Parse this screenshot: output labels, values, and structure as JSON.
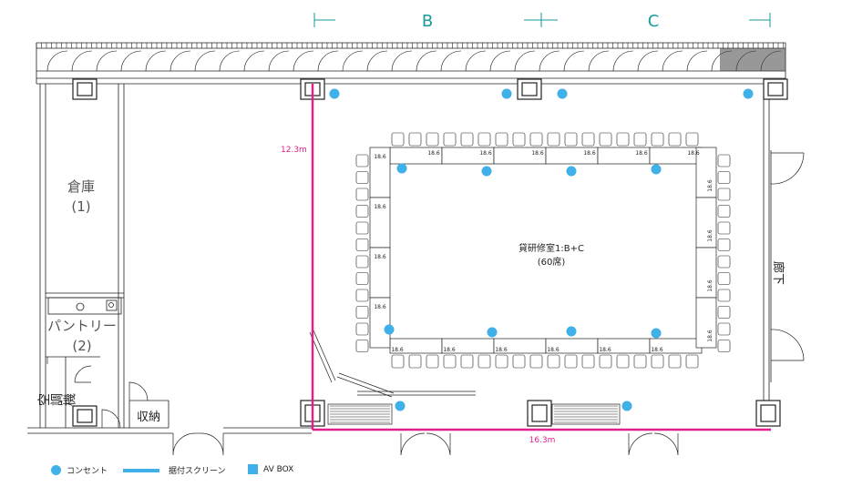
{
  "sections": {
    "b": "B",
    "c": "C"
  },
  "rooms": {
    "storage": "倉庫",
    "storage_num": "(1)",
    "pantry": "パントリー",
    "pantry_num": "(2)",
    "hvac": "空調機",
    "closet": "収納",
    "main_title": "貸研修室1:B+C",
    "main_capacity": "(60席)",
    "corridor": "廊下"
  },
  "dimensions": {
    "height": "12.3m",
    "width": "16.3m"
  },
  "table_label": "18.6",
  "legend": {
    "outlet": "コンセント",
    "screen": "据付スクリーン",
    "avbox": "AV BOX"
  },
  "colors": {
    "teal": "#1a9a9a",
    "magenta": "#e0208c",
    "outlet": "#3fb0e8",
    "line": "#222222"
  }
}
